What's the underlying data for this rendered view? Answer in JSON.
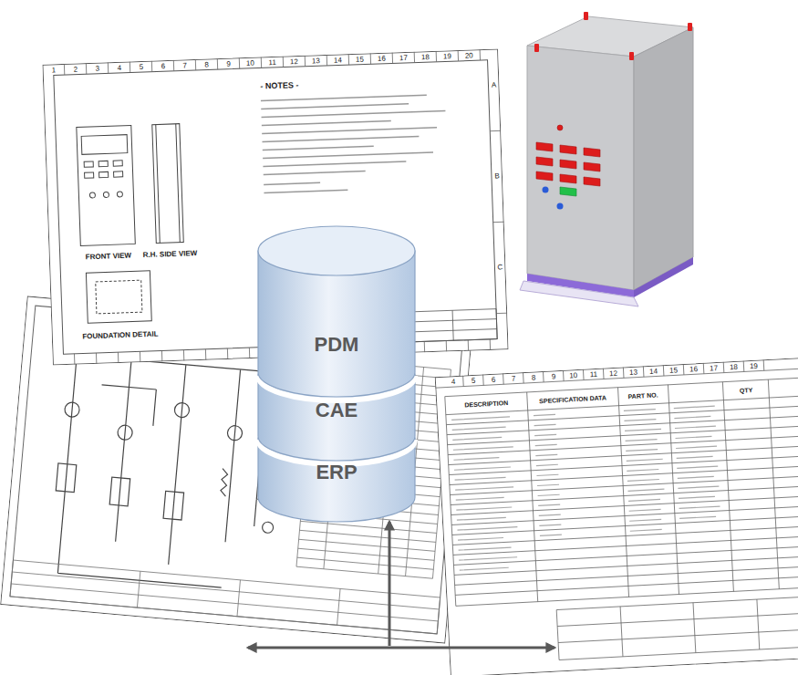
{
  "diagram": {
    "nodes": [
      {
        "text": [
          "PDM"
        ]
      },
      {
        "text": [
          "CAE"
        ]
      },
      {
        "text": [
          "ERP"
        ]
      }
    ],
    "labels": [
      "1",
      "2",
      "3",
      "4",
      "5",
      "6",
      "7",
      "8",
      "9",
      "10",
      "11",
      "12",
      "13",
      "14",
      "15",
      "16",
      "17",
      "18",
      "19",
      "20",
      "A",
      "B",
      "C",
      "- NOTES -",
      "FRONT VIEW",
      "R.H. SIDE VIEW",
      "FOUNDATION DETAIL",
      "4",
      "5",
      "6",
      "7",
      "8",
      "9",
      "10",
      "11",
      "12",
      "13",
      "14",
      "15",
      "16",
      "17",
      "18",
      "19",
      "DESCRIPTION",
      "SPECIFICATION DATA",
      "PART NO.",
      "QTY"
    ]
  }
}
